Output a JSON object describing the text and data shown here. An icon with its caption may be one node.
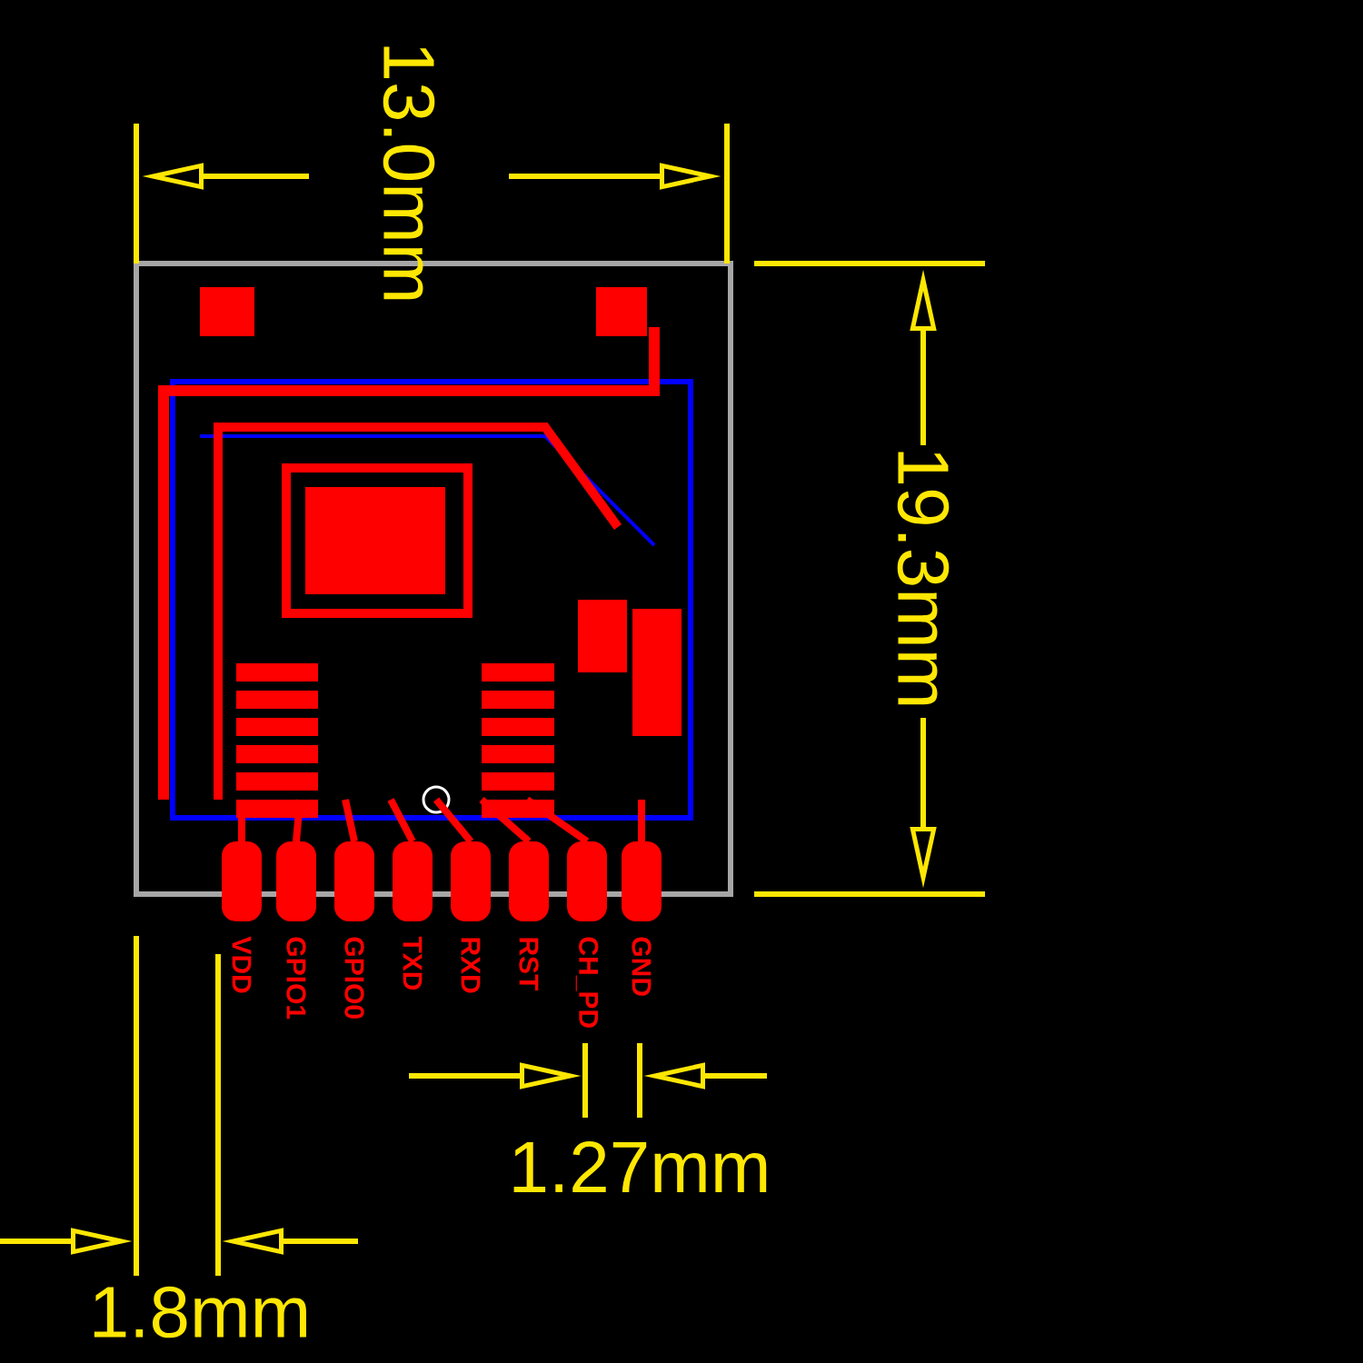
{
  "diagram": {
    "labels": [
      "13.0mm",
      "19.3mm",
      "VDD",
      "GPIO1",
      "GPIO0",
      "TXD",
      "RXD",
      "RST",
      "CH_PD",
      "GND",
      "1.27mm",
      "1.8mm"
    ]
  }
}
